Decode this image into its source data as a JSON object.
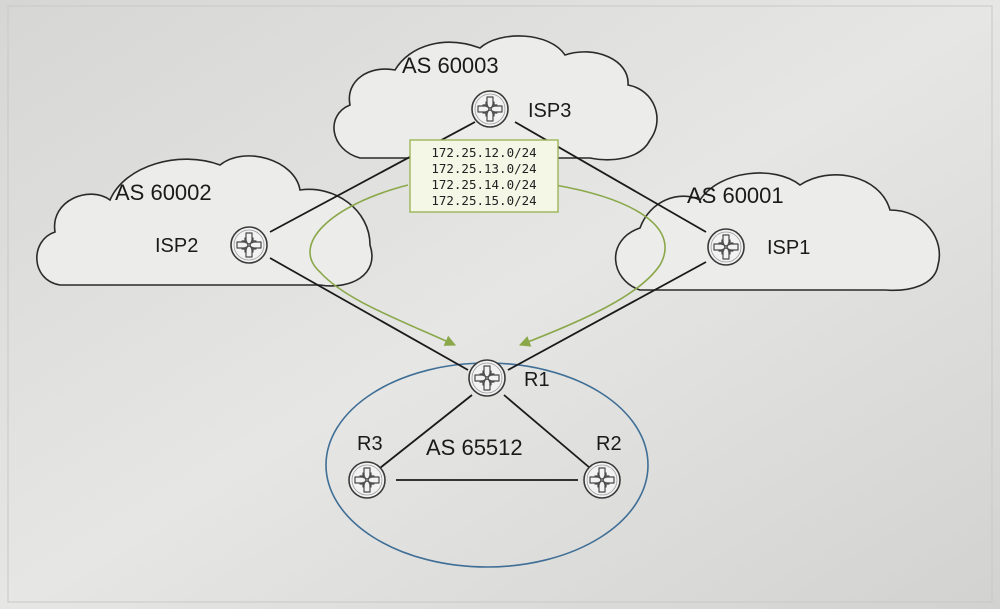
{
  "as_labels": {
    "as60003": "AS 60003",
    "as60002": "AS 60002",
    "as60001": "AS 60001",
    "as65512": "AS 65512"
  },
  "routers": {
    "isp3": "ISP3",
    "isp2": "ISP2",
    "isp1": "ISP1",
    "r1": "R1",
    "r2": "R2",
    "r3": "R3"
  },
  "prefixes": [
    "172.25.12.0/24",
    "172.25.13.0/24",
    "172.25.14.0/24",
    "172.25.15.0/24"
  ],
  "colors": {
    "background": "#dcdcda",
    "cloud_fill": "#ececea",
    "line": "#1a1a1a",
    "route_arrow": "#8aa84a",
    "prefix_box_fill": "#f4f6e6",
    "prefix_box_border": "#9bb55a",
    "as_circle": "#3f6e96",
    "router_fill": "#f2f2f2"
  }
}
